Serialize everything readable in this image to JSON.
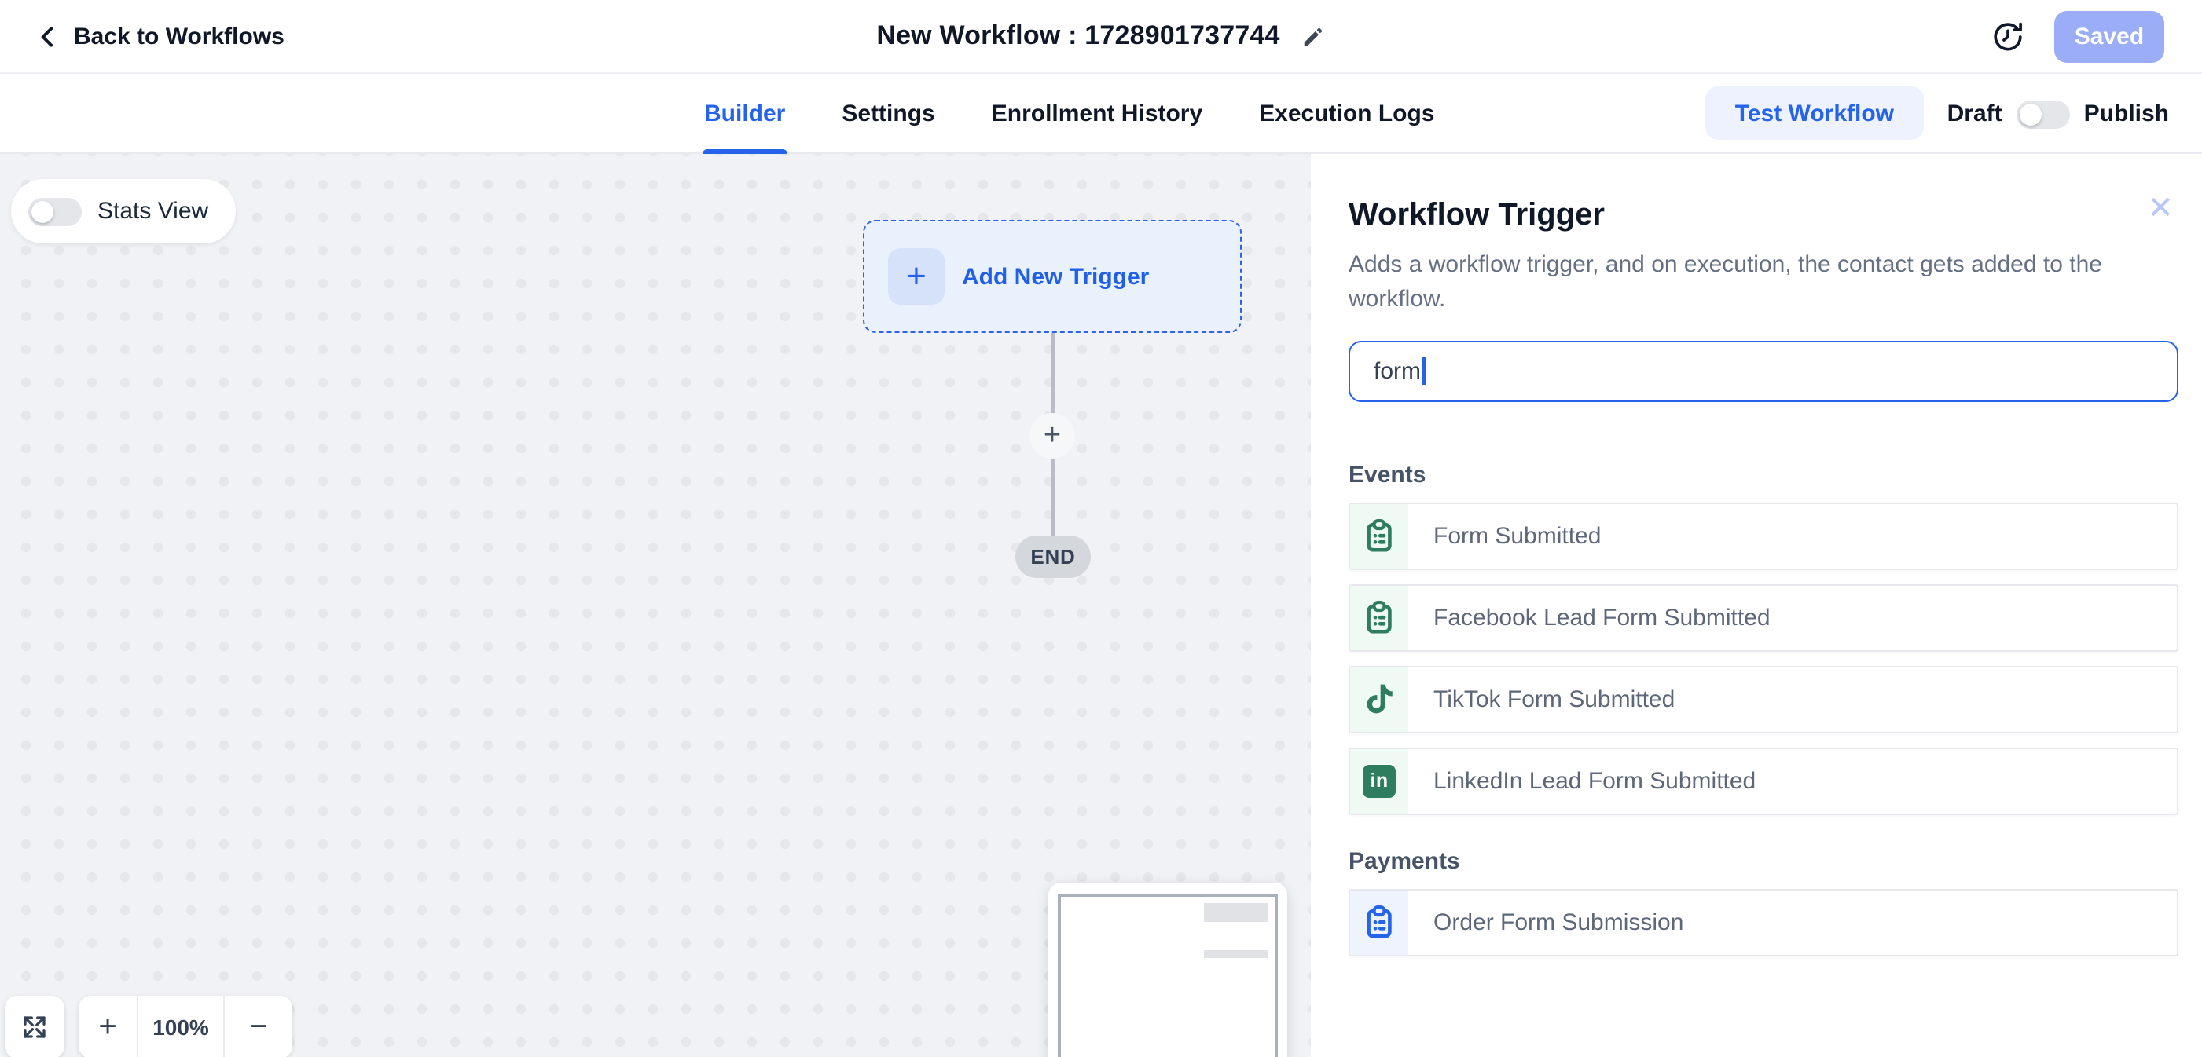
{
  "topbar": {
    "back_label": "Back to Workflows",
    "title": "New Workflow : 1728901737744",
    "saved_label": "Saved"
  },
  "tabs": {
    "items": [
      {
        "label": "Builder",
        "active": true
      },
      {
        "label": "Settings",
        "active": false
      },
      {
        "label": "Enrollment History",
        "active": false
      },
      {
        "label": "Execution Logs",
        "active": false
      }
    ],
    "test_workflow_label": "Test Workflow",
    "draft_label": "Draft",
    "publish_label": "Publish",
    "publish_toggle_state": "off"
  },
  "canvas": {
    "stats_view_label": "Stats View",
    "stats_toggle_state": "off",
    "add_new_trigger_label": "Add New Trigger",
    "node_plus": "+",
    "connector_plus": "+",
    "end_label": "END",
    "zoom": {
      "level": "100%",
      "zoom_in": "+",
      "zoom_out": "−"
    }
  },
  "panel": {
    "title": "Workflow Trigger",
    "close_glyph": "✕",
    "description": "Adds a workflow trigger, and on execution, the contact gets added to the workflow.",
    "search": {
      "value": "form",
      "placeholder": ""
    },
    "sections": [
      {
        "title": "Events",
        "items": [
          {
            "label": "Form Submitted",
            "icon": "clipboard-icon",
            "theme": "green"
          },
          {
            "label": "Facebook Lead Form Submitted",
            "icon": "clipboard-icon",
            "theme": "green"
          },
          {
            "label": "TikTok Form Submitted",
            "icon": "tiktok-icon",
            "theme": "green"
          },
          {
            "label": "LinkedIn Lead Form Submitted",
            "icon": "linkedin-icon",
            "theme": "green"
          }
        ]
      },
      {
        "title": "Payments",
        "items": [
          {
            "label": "Order Form Submission",
            "icon": "clipboard-icon",
            "theme": "blue"
          }
        ]
      }
    ]
  },
  "colors": {
    "accent_blue": "#2563eb",
    "saved_button": "#9aadf6",
    "event_green": "#2e7d5e",
    "event_green_bg": "#f0faf4",
    "payment_blue_bg": "#eef3fe",
    "canvas_bg": "#f1f2f5",
    "end_pill_bg": "#d4d7dc"
  }
}
